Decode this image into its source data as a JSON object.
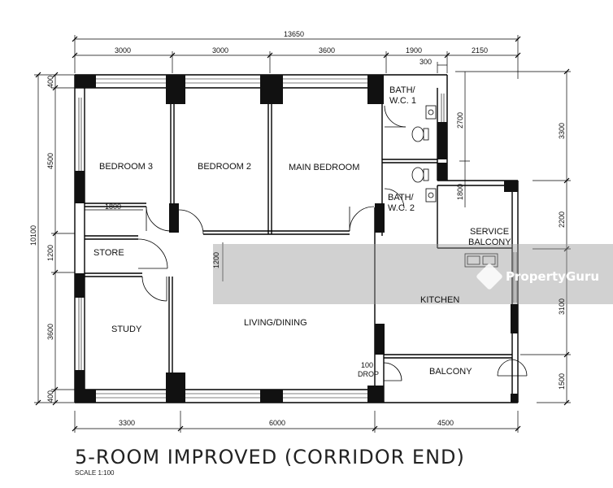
{
  "title": "5-ROOM IMPROVED (CORRIDOR END)",
  "scale": "SCALE  1:100",
  "watermark": "PropertyGuru",
  "rooms": {
    "bedroom3": "BEDROOM 3",
    "bedroom2": "BEDROOM 2",
    "main_bedroom": "MAIN BEDROOM",
    "bath1_l1": "BATH/",
    "bath1_l2": "W.C.  1",
    "bath2_l1": "BATH/",
    "bath2_l2": "W.C.  2",
    "service_l1": "SERVICE",
    "service_l2": "BALCONY",
    "store": "STORE",
    "study": "STUDY",
    "living": "LIVING/DINING",
    "kitchen": "KITCHEN",
    "balcony": "BALCONY",
    "drop_l1": "100",
    "drop_l2": "DROP"
  },
  "dims": {
    "total_width": "13650",
    "top_3000a": "3000",
    "top_3000b": "3000",
    "top_3600": "3600",
    "top_1900": "1900",
    "top_2150": "2150",
    "top_300": "300",
    "bottom_3300": "3300",
    "bottom_6000": "6000",
    "bottom_4500": "4500",
    "left_total": "10100",
    "left_400a": "400",
    "left_4500": "4500",
    "left_1200": "1200",
    "left_3600": "3600",
    "left_400b": "400",
    "right_3300": "3300",
    "right_2200": "2200",
    "right_3100": "3100",
    "right_1500": "1500",
    "inner_2700": "2700",
    "inner_1800_v": "1800",
    "inner_1800_h": "1800",
    "inner_1200": "1200"
  }
}
